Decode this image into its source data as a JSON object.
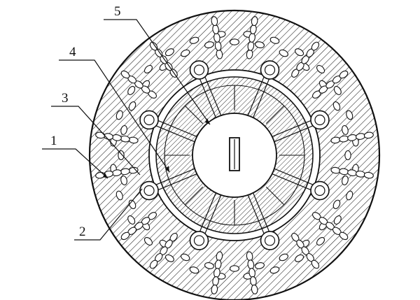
{
  "callouts": [
    {
      "label": "5"
    },
    {
      "label": "4"
    },
    {
      "label": "3"
    },
    {
      "label": "1"
    },
    {
      "label": "2"
    }
  ]
}
